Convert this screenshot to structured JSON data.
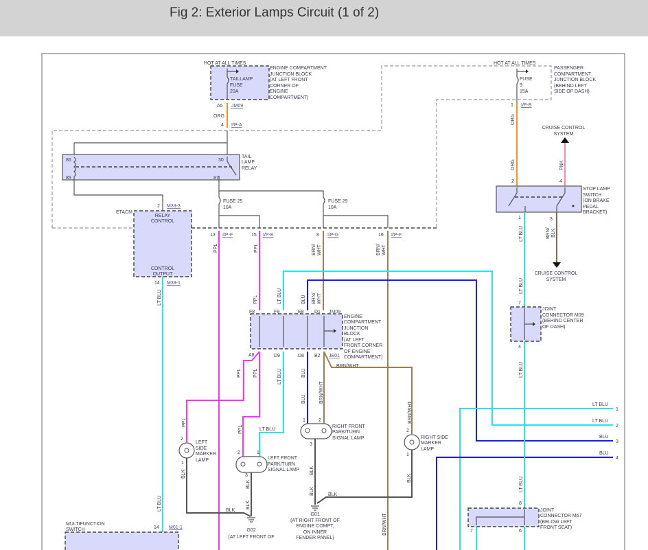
{
  "header": {
    "title": "Fig 2: Exterior Lamps Circuit (1 of 2)"
  },
  "wire_colors": {
    "ORG": "#f7931e",
    "PPL": "#ff33ff",
    "LT BLU": "#22e5f0",
    "BLU": "#1a1aff",
    "BRN/WHT": "#9a8250",
    "PNK": "#f08cb0",
    "BRN/BLK": "#7a7050",
    "BLK": "#555555"
  },
  "taillamp_fuse": {
    "hot": "HOT AT ALL TIMES",
    "name": [
      "TAILLAMP",
      "FUSE",
      "20A"
    ],
    "location": [
      "ENGINE COMPARTMENT",
      "JUNCTION BLOCK",
      "(AT LEFT FRONT",
      "CORNER OF",
      "ENGINE",
      "COMPARTMENT)"
    ],
    "pin": "A5",
    "connector": "JM09",
    "wire": "ORG",
    "pin2": "4",
    "connector2": "I/P-A"
  },
  "relay": {
    "pins": [
      "86",
      "85",
      "30",
      "87"
    ],
    "name": [
      "TAIL",
      "LAMP",
      "RELAY"
    ]
  },
  "fuse25": [
    "FUSE 25",
    "10A"
  ],
  "fuse29": [
    "FUSE 29",
    "10A"
  ],
  "etacm": {
    "label": "ETACM",
    "pin_top": "2",
    "conn_top": "M33-3",
    "top": [
      "RELAY",
      "CONTROL"
    ],
    "bottom": [
      "CONTROL",
      "OUTPUT"
    ],
    "pin_bottom": "14",
    "conn_bottom": "M33-1",
    "wire": "LT BLU"
  },
  "ip_pins": [
    {
      "pin": "13",
      "conn": "I/P-F"
    },
    {
      "pin": "15",
      "conn": "I/P-E"
    },
    {
      "pin": "8",
      "conn": "I/P-G"
    },
    {
      "pin": "16",
      "conn": "I/P-F"
    }
  ],
  "wire_labels": {
    "ppl": "PPL",
    "brn": "BRN/",
    "wht": "WHT",
    "ltblu": "LT BLU",
    "blu": "BLU",
    "brnwht": "BRN/WHT",
    "blk": "BLK",
    "org": "ORG",
    "pnk": "PNK",
    "brnblk_1": "BRN/",
    "brnblk_2": "BLK"
  },
  "junction_block": {
    "top_pins": [
      "F8",
      "F9",
      "E8",
      "D1"
    ],
    "top_conn": "JM09",
    "bottom_pins": [
      "A8",
      "D9",
      "D8",
      "B2"
    ],
    "bottom_conn": "JE01",
    "location": [
      "ENGINE",
      "COMPARTMENT",
      "JUNCTION",
      "BLOCK",
      "(AT LEFT",
      "FRONT CORNER",
      "OF ENGINE",
      "COMPARTMENT)"
    ]
  },
  "left_side_marker": {
    "pins": [
      "2",
      "1"
    ],
    "name": [
      "LEFT",
      "SIDE",
      "MARKER",
      "LAMP"
    ]
  },
  "left_front_park": {
    "pins": [
      "2",
      "1",
      "3"
    ],
    "name": [
      "LEFT FRONT",
      "PARK/TURN",
      "SIGNAL LAMP"
    ]
  },
  "right_front_park": {
    "pins": [
      "1",
      "2",
      "3"
    ],
    "name": [
      "RIGHT FRONT",
      "PARK/TURN",
      "SIGNAL LAMP"
    ]
  },
  "right_side_marker": {
    "pins": [
      "2",
      "1"
    ],
    "name": [
      "RIGHT SIDE",
      "MARKER",
      "LAMP"
    ]
  },
  "g02": [
    "G02",
    "(AT LEFT FRONT OF"
  ],
  "g01": [
    "G01",
    "(AT RIGHT FRONT OF",
    "ENGINE COMPT,",
    "ON INNER",
    "FENDER PANEL)"
  ],
  "multifunction": {
    "name": [
      "MULTIFUNCTION",
      "SWITCH"
    ],
    "pin": "14",
    "conn": "M01-1"
  },
  "passenger_fuse": {
    "hot": "HOT AT ALL TIMES",
    "name": [
      "FUSE",
      "9",
      "15A"
    ],
    "location": [
      "PASSENGER",
      "COMPARTMENT",
      "JUNCTION BLOCK",
      "(BEHIND LEFT",
      "SIDE OF DASH)"
    ],
    "pin": "1",
    "conn": "I/P-B"
  },
  "cruise_top": [
    "CRUISE CONTROL",
    "SYSTEM"
  ],
  "cruise_bottom": [
    "CRUISE CONTROL",
    "SYSTEM"
  ],
  "stop_lamp_switch": {
    "pins": [
      "2",
      "4",
      "1",
      "3"
    ],
    "name": [
      "STOP LAMP",
      "SWITCH",
      "(ON BRAKE",
      "PEDAL",
      "BRACKET)"
    ]
  },
  "joint_m09": {
    "pins": [
      "7",
      "4"
    ],
    "name": [
      "JOINT",
      "CONNECTOR M09",
      "(BEHIND CENTER",
      "OF DASH)"
    ]
  },
  "joint_m67": {
    "pins": [
      "8",
      "7",
      "6"
    ],
    "name": [
      "JOINT",
      "CONNECTOR M67",
      "(BELOW LEFT",
      "FRONT SEAT)"
    ]
  },
  "continuations": [
    {
      "wire": "LT BLU",
      "num": "1"
    },
    {
      "wire": "LT BLU",
      "num": "2"
    },
    {
      "wire": "BLU",
      "num": "3"
    },
    {
      "wire": "BLU",
      "num": "4"
    }
  ]
}
